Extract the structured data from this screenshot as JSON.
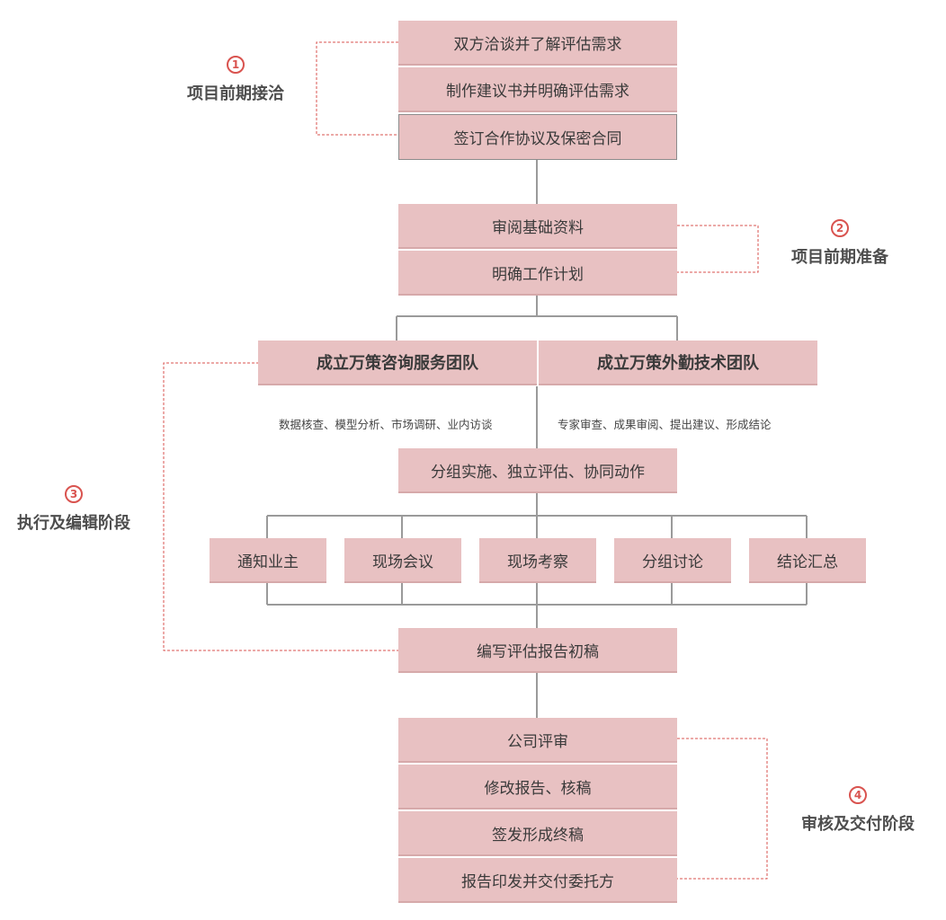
{
  "stages": [
    {
      "number": "1",
      "title": "项目前期接洽"
    },
    {
      "number": "2",
      "title": "项目前期准备"
    },
    {
      "number": "3",
      "title": "执行及编辑阶段"
    },
    {
      "number": "4",
      "title": "审核及交付阶段"
    }
  ],
  "stage1_steps": [
    "双方洽谈并了解评估需求",
    "制作建议书并明确评估需求",
    "签订合作协议及保密合同"
  ],
  "stage2_steps": [
    "审阅基础资料",
    "明确工作计划"
  ],
  "teams": [
    "成立万策咨询服务团队",
    "成立万策外勤技术团队"
  ],
  "team_notes": [
    "数据核查、模型分析、市场调研、业内访谈",
    "专家审查、成果审阅、提出建议、形成结论"
  ],
  "group_step": "分组实施、独立评估、协同动作",
  "activities": [
    "通知业主",
    "现场会议",
    "现场考察",
    "分组讨论",
    "结论汇总"
  ],
  "draft_step": "编写评估报告初稿",
  "stage4_steps": [
    "公司评审",
    "修改报告、核稿",
    "签发形成终稿",
    "报告印发并交付委托方"
  ],
  "colors": {
    "box_fill": "#e8c1c2",
    "connector_line": "#999999",
    "dashed_bracket": "#d9534f",
    "stage_accent": "#d9534f"
  }
}
